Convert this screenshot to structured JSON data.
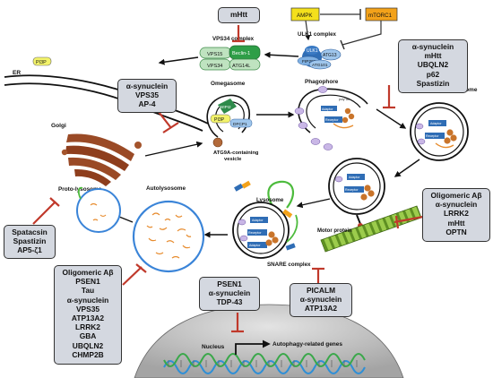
{
  "inhibitors": {
    "mhtt_top": [
      "mHtt"
    ],
    "omegasome": [
      "α-synuclein",
      "VPS35",
      "AP-4"
    ],
    "phagophore": [
      "α-synuclein",
      "mHtt",
      "UBQLN2",
      "p62",
      "Spastizin"
    ],
    "motor": [
      "Oligomeric Aβ",
      "α-synuclein",
      "LRRK2",
      "mHtt",
      "OPTN"
    ],
    "snare": [
      "PICALM",
      "α-synuclein",
      "ATP13A2"
    ],
    "nucleus": [
      "PSEN1",
      "α-synuclein",
      "TDP-43"
    ],
    "autolysosome": [
      "Oligomeric Aβ",
      "PSEN1",
      "Tau",
      "α-synuclein",
      "VPS35",
      "ATP13A2",
      "LRRK2",
      "GBA",
      "UBQLN2",
      "CHMP2B"
    ],
    "protolysosome": [
      "Spatacsin",
      "Spastizin",
      "AP5-ζ1"
    ]
  },
  "signaling": {
    "ampk": "AMPK",
    "mtorc1": "mTORC1"
  },
  "labels": {
    "vps34_complex": "VPS34 complex",
    "ulk1_complex": "ULK1 complex",
    "er": "ER",
    "golgi": "Golgi",
    "omegasome": "Omegasome",
    "atg9a_vesicle_1": "ATG9A-containing",
    "atg9a_vesicle_2": "vesicle",
    "phagophore": "Phagophore",
    "autophagosome": "Autophagosome",
    "lysosome": "Lysosome",
    "motor_protein": "Motor protein",
    "snare_complex": "SNARE complex",
    "autolysosome": "Autolysosome",
    "protolysosome": "Proto-lysosome",
    "nucleus": "Nucleus",
    "autophagy_genes": "Autophagy-related genes"
  },
  "proteins": {
    "vps15": "VPS15",
    "beclin1": "Beclin-1",
    "vps34": "VPS34",
    "atg14l": "ATG14L",
    "ulk1": "ULK1",
    "atg13": "ATG13",
    "fip200": "FIP200",
    "atg101": "ATG101",
    "pi3p": "PI3P",
    "wipi2": "WIPI2",
    "dfcp1": "DFCP1",
    "receptor": "Receptor",
    "adaptor": "Adaptor",
    "lc3": "LC3",
    "poly_ub": "poly Ub"
  },
  "colors": {
    "inhibitor_box": "#d4d8e0",
    "inhibition_line": "#c0392b",
    "vps34_green": "#2e9e47",
    "ulk1_blue": "#2f6db5",
    "pi3p_yellow": "#f3f36a",
    "ampk_yellow": "#f4e01c",
    "mtorc1_orange": "#f3a21a",
    "golgi_brown": "#9a4a26",
    "lysosome_green": "#4cbb3c",
    "autolysosome_blue": "#3a84d8",
    "microtubule": "#8bc34a"
  }
}
